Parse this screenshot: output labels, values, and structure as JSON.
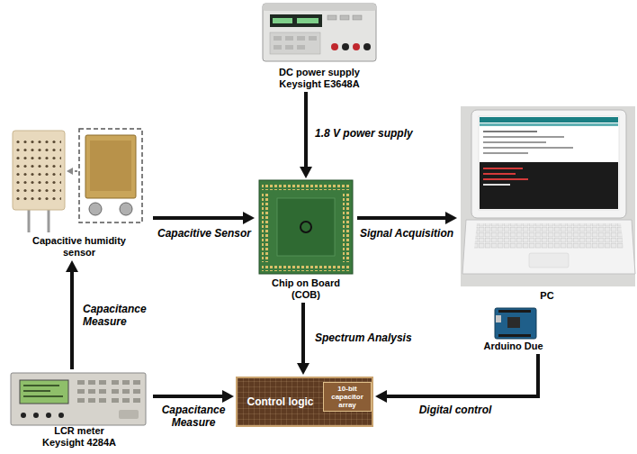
{
  "diagram": {
    "nodes": [
      {
        "text": [
          "DC power supply",
          "Keysight E3648A"
        ]
      },
      {
        "text": [
          "Capacitive humidity sensor"
        ]
      },
      {
        "text": [
          "Chip on Board (COB)"
        ]
      },
      {
        "text": [
          "PC"
        ]
      },
      {
        "text": [
          "Arduino Due"
        ]
      },
      {
        "text": [
          "LCR meter",
          "Keysight 4284A"
        ]
      },
      {
        "text": [
          "Control logic"
        ]
      },
      {
        "text": [
          "10-bit capacitor array"
        ],
        "in": 6
      }
    ],
    "edges": [
      {
        "from": 0,
        "to": 2,
        "label": "1.8 V power supply",
        "arrow": "to"
      },
      {
        "from": 1,
        "to": 2,
        "label": "Capacitive Sensor",
        "arrow": "to"
      },
      {
        "from": 2,
        "to": 3,
        "label": "Signal Acquisition",
        "arrow": "to"
      },
      {
        "from": 2,
        "to": 6,
        "label": "Spectrum Analysis",
        "arrow": "to"
      },
      {
        "from": 5,
        "to": 1,
        "label": "Capacitance Measure",
        "arrow": "to"
      },
      {
        "from": 5,
        "to": 6,
        "label": "Capacitance Measure",
        "arrow": "to"
      },
      {
        "from": 4,
        "to": 6,
        "label": "Digital control",
        "arrow": "to"
      }
    ]
  }
}
